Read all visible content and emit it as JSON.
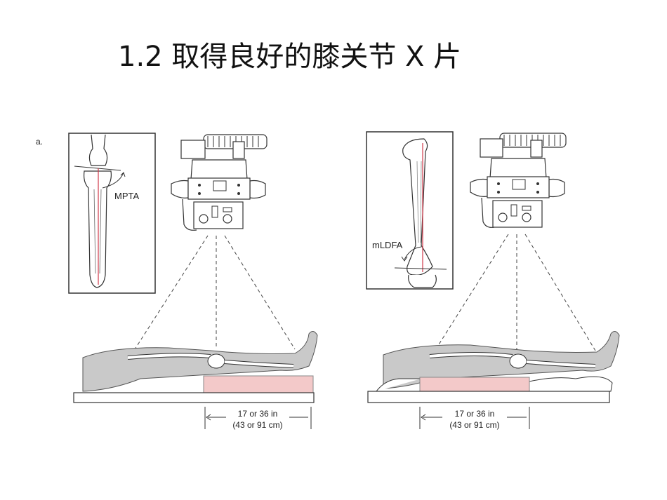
{
  "slide": {
    "title": "1.2 取得良好的膝关节 X 片"
  },
  "figure": {
    "panel_marker": "a.",
    "left": {
      "inset_label": "MPTA",
      "distance_line1": "17 or 36 in",
      "distance_line2": "(43 or 91 cm)"
    },
    "right": {
      "inset_label": "mLDFA",
      "distance_line1": "17 or 36 in",
      "distance_line2": "(43 or 91 cm)"
    }
  },
  "colors": {
    "mechanical_axis": "#d03a4a",
    "cassette": "#f3c9c9",
    "soft_tissue": "#c9c9c9"
  }
}
